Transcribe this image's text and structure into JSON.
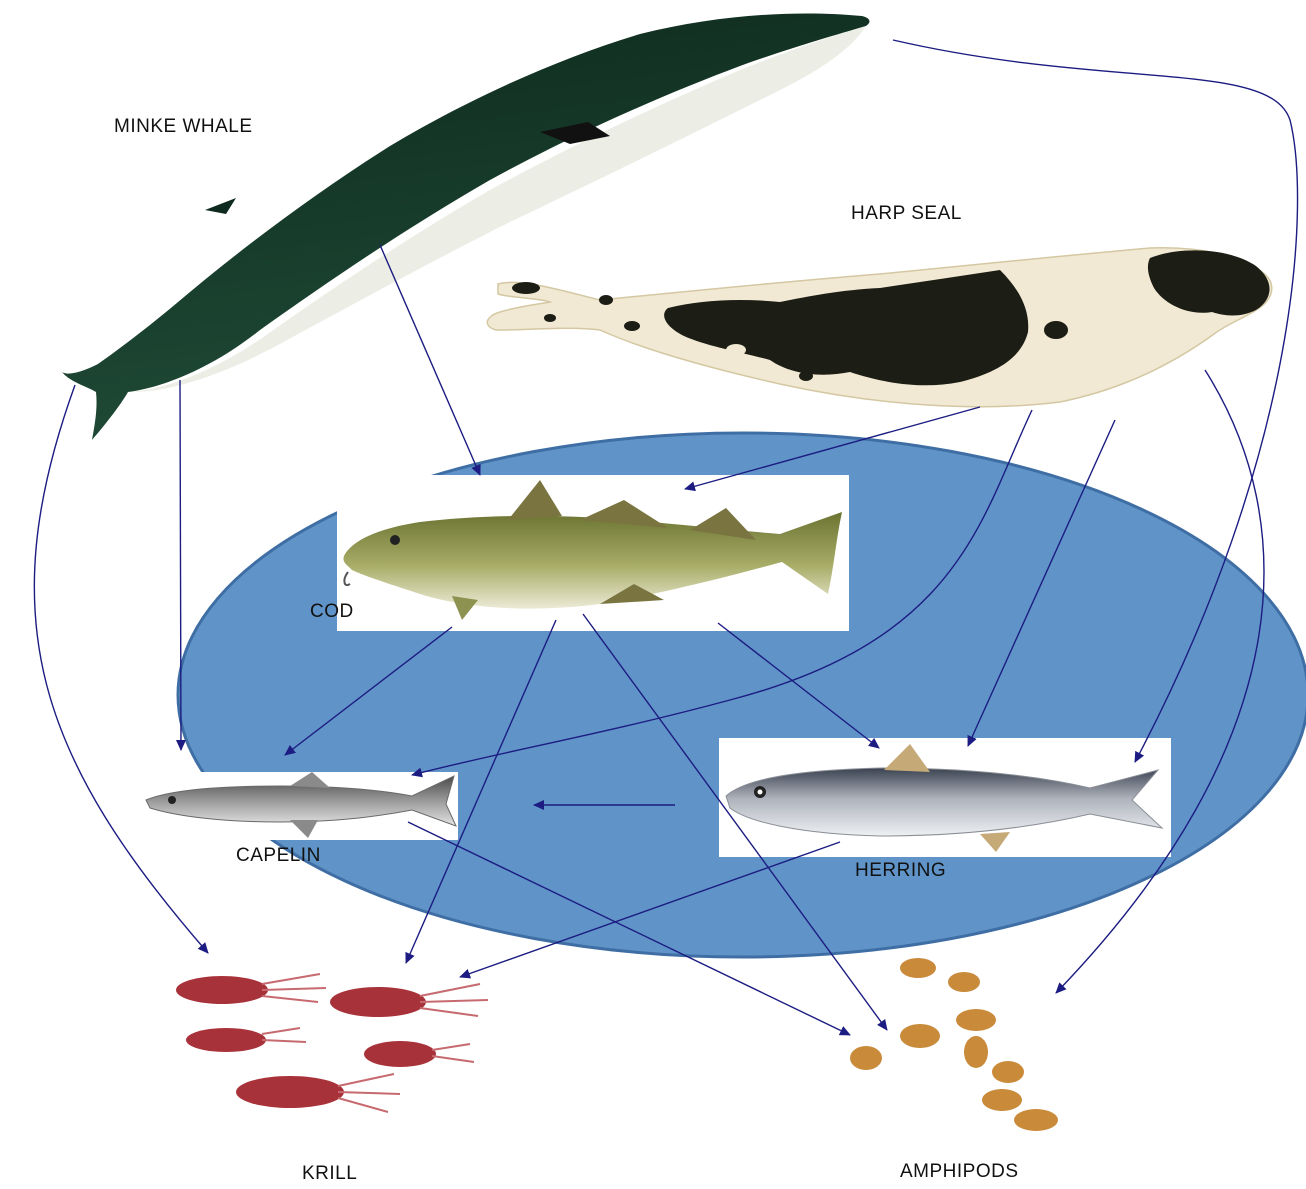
{
  "colors": {
    "ocean_fill": "#6094c8",
    "ocean_stroke": "#3f6ea5",
    "arrow": "#1c1c82",
    "whale_dark": "#173a2b",
    "whale_belly": "#eef0ea",
    "seal_body": "#f1e9d3",
    "seal_spots": "#1c1d15",
    "cod_body": "#8f9a52",
    "herring_body": "#b9bcc4",
    "capelin_body": "#9a9a9a",
    "krill": "#a8323a",
    "amphipod": "#c98a3a"
  },
  "species": {
    "whale": "MINKE WHALE",
    "seal": "HARP SEAL",
    "cod": "COD",
    "capelin": "CAPELIN",
    "herring": "HERRING",
    "krill": "KRILL",
    "amphipods": "AMPHIPODS"
  },
  "links": [
    {
      "from": "whale",
      "to": "cod"
    },
    {
      "from": "whale",
      "to": "capelin"
    },
    {
      "from": "whale",
      "to": "krill"
    },
    {
      "from": "whale",
      "to": "herring"
    },
    {
      "from": "seal",
      "to": "cod"
    },
    {
      "from": "seal",
      "to": "capelin"
    },
    {
      "from": "seal",
      "to": "herring"
    },
    {
      "from": "seal",
      "to": "amphipods"
    },
    {
      "from": "cod",
      "to": "capelin"
    },
    {
      "from": "cod",
      "to": "herring"
    },
    {
      "from": "cod",
      "to": "krill"
    },
    {
      "from": "cod",
      "to": "amphipods"
    },
    {
      "from": "herring",
      "to": "capelin"
    },
    {
      "from": "herring",
      "to": "krill"
    },
    {
      "from": "capelin",
      "to": "amphipods"
    }
  ]
}
